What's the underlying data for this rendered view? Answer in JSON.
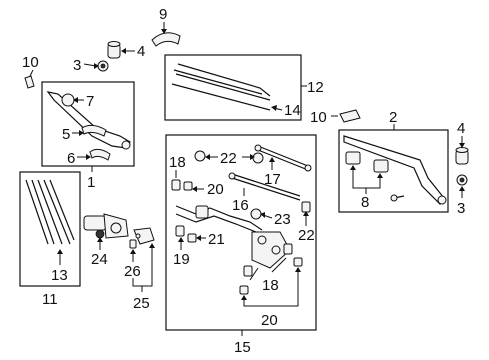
{
  "callouts": {
    "c1": "1",
    "c2": "2",
    "c3a": "3",
    "c3b": "3",
    "c4a": "4",
    "c4b": "4",
    "c5": "5",
    "c6": "6",
    "c7": "7",
    "c8": "8",
    "c9": "9",
    "c10a": "10",
    "c10b": "10",
    "c11": "11",
    "c12": "12",
    "c13": "13",
    "c14": "14",
    "c15": "15",
    "c16": "16",
    "c17": "17",
    "c18a": "18",
    "c18b": "18",
    "c19": "19",
    "c20a": "20",
    "c20b": "20",
    "c21": "21",
    "c22a": "22",
    "c22b": "22",
    "c23": "23",
    "c24": "24",
    "c25": "25",
    "c26": "26"
  }
}
